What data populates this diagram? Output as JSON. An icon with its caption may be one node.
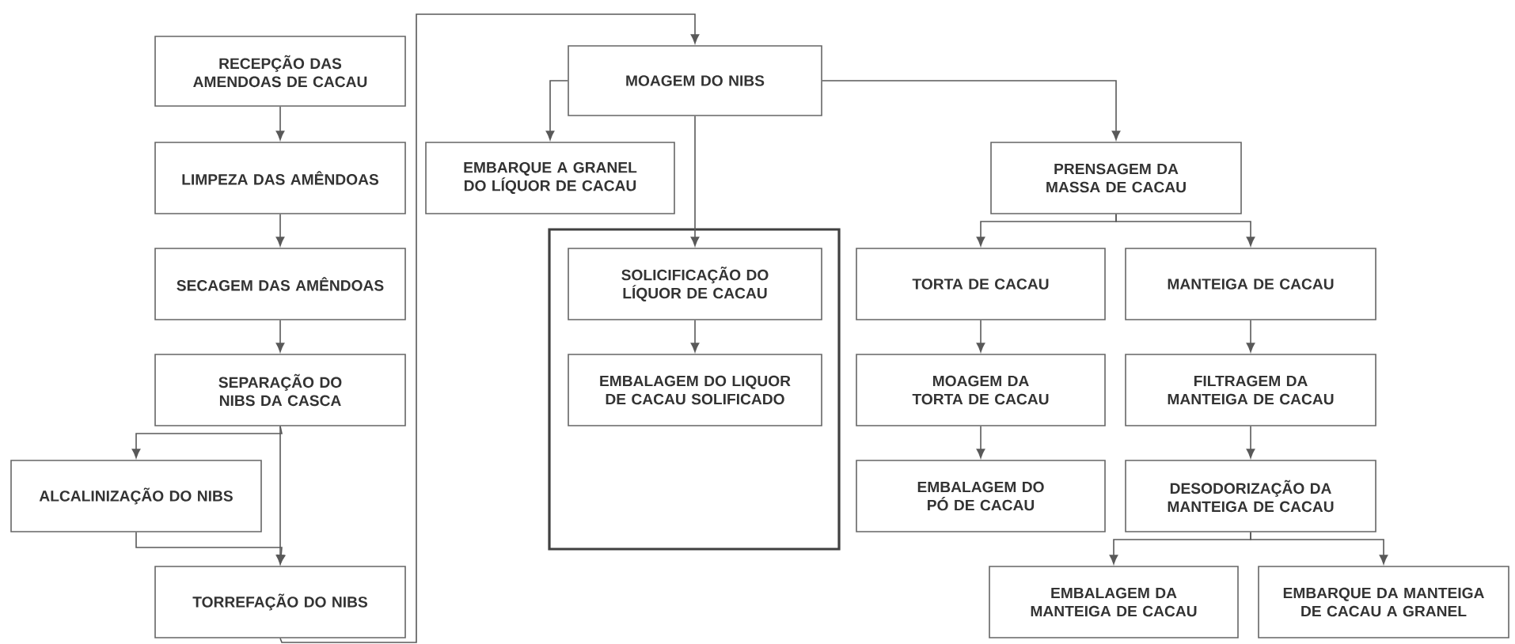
{
  "diagram": {
    "nodes": [
      {
        "text": [
          "RECEPÇÃO DAS AMENDOAS DE CACAU"
        ]
      },
      {
        "text": [
          "LIMPEZA DAS AMÊNDOAS"
        ]
      },
      {
        "text": [
          "SECAGEM DAS AMÊNDOAS"
        ]
      },
      {
        "text": [
          "SEPARAÇÃO DO NIBS DA CASCA"
        ]
      },
      {
        "text": [
          "ALCALINIZAÇÃO DO NIBS"
        ]
      },
      {
        "text": [
          "TORREFAÇÃO DO NIBS"
        ]
      },
      {
        "text": [
          "MOAGEM DO NIBS"
        ]
      },
      {
        "text": [
          "EMBARQUE A GRANEL DO LÍQUOR DE CACAU"
        ]
      },
      {
        "text": [],
        "shape": "box"
      },
      {
        "text": [
          "SOLICIFICAÇÃO DO LÍQUOR DE CACAU"
        ],
        "in": 8
      },
      {
        "text": [
          "EMBALAGEM DO LIQUOR DE CACAU SOLIFICADO"
        ],
        "in": 8
      },
      {
        "text": [
          "PRENSAGEM DA MASSA DE CACAU"
        ]
      },
      {
        "text": [
          "TORTA DE CACAU"
        ]
      },
      {
        "text": [
          "MANTEIGA DE CACAU"
        ]
      },
      {
        "text": [
          "MOAGEM DA TORTA DE CACAU"
        ]
      },
      {
        "text": [
          "FILTRAGEM DA MANTEIGA DE CACAU"
        ]
      },
      {
        "text": [
          "EMBALAGEM DO PÓ DE CACAU"
        ]
      },
      {
        "text": [
          "DESODORIZAÇÃO DA MANTEIGA DE CACAU"
        ]
      },
      {
        "text": [
          "EMBALAGEM DA MANTEIGA DE CACAU"
        ]
      },
      {
        "text": [
          "EMBARQUE DA MANTEIGA DE CACAU A GRANEL"
        ]
      }
    ],
    "edges": [
      {
        "from": 0,
        "to": 1,
        "arrow": "to"
      },
      {
        "from": 1,
        "to": 2,
        "arrow": "to"
      },
      {
        "from": 2,
        "to": 3,
        "arrow": "to"
      },
      {
        "from": 3,
        "to": 4,
        "arrow": "to"
      },
      {
        "from": 3,
        "to": 5,
        "arrow": "to"
      },
      {
        "from": 4,
        "to": 5,
        "arrow": "to"
      },
      {
        "from": 5,
        "to": 6,
        "arrow": "to"
      },
      {
        "from": 6,
        "to": 7,
        "arrow": "to"
      },
      {
        "from": 6,
        "to": 9,
        "arrow": "to"
      },
      {
        "from": 6,
        "to": 11,
        "arrow": "to"
      },
      {
        "from": 9,
        "to": 10,
        "arrow": "to"
      },
      {
        "from": 11,
        "to": 12,
        "arrow": "to"
      },
      {
        "from": 11,
        "to": 13,
        "arrow": "to"
      },
      {
        "from": 12,
        "to": 14,
        "arrow": "to"
      },
      {
        "from": 14,
        "to": 16,
        "arrow": "to"
      },
      {
        "from": 13,
        "to": 15,
        "arrow": "to"
      },
      {
        "from": 15,
        "to": 17,
        "arrow": "to"
      },
      {
        "from": 17,
        "to": 18,
        "arrow": "to"
      },
      {
        "from": 17,
        "to": 19,
        "arrow": "to"
      }
    ]
  }
}
